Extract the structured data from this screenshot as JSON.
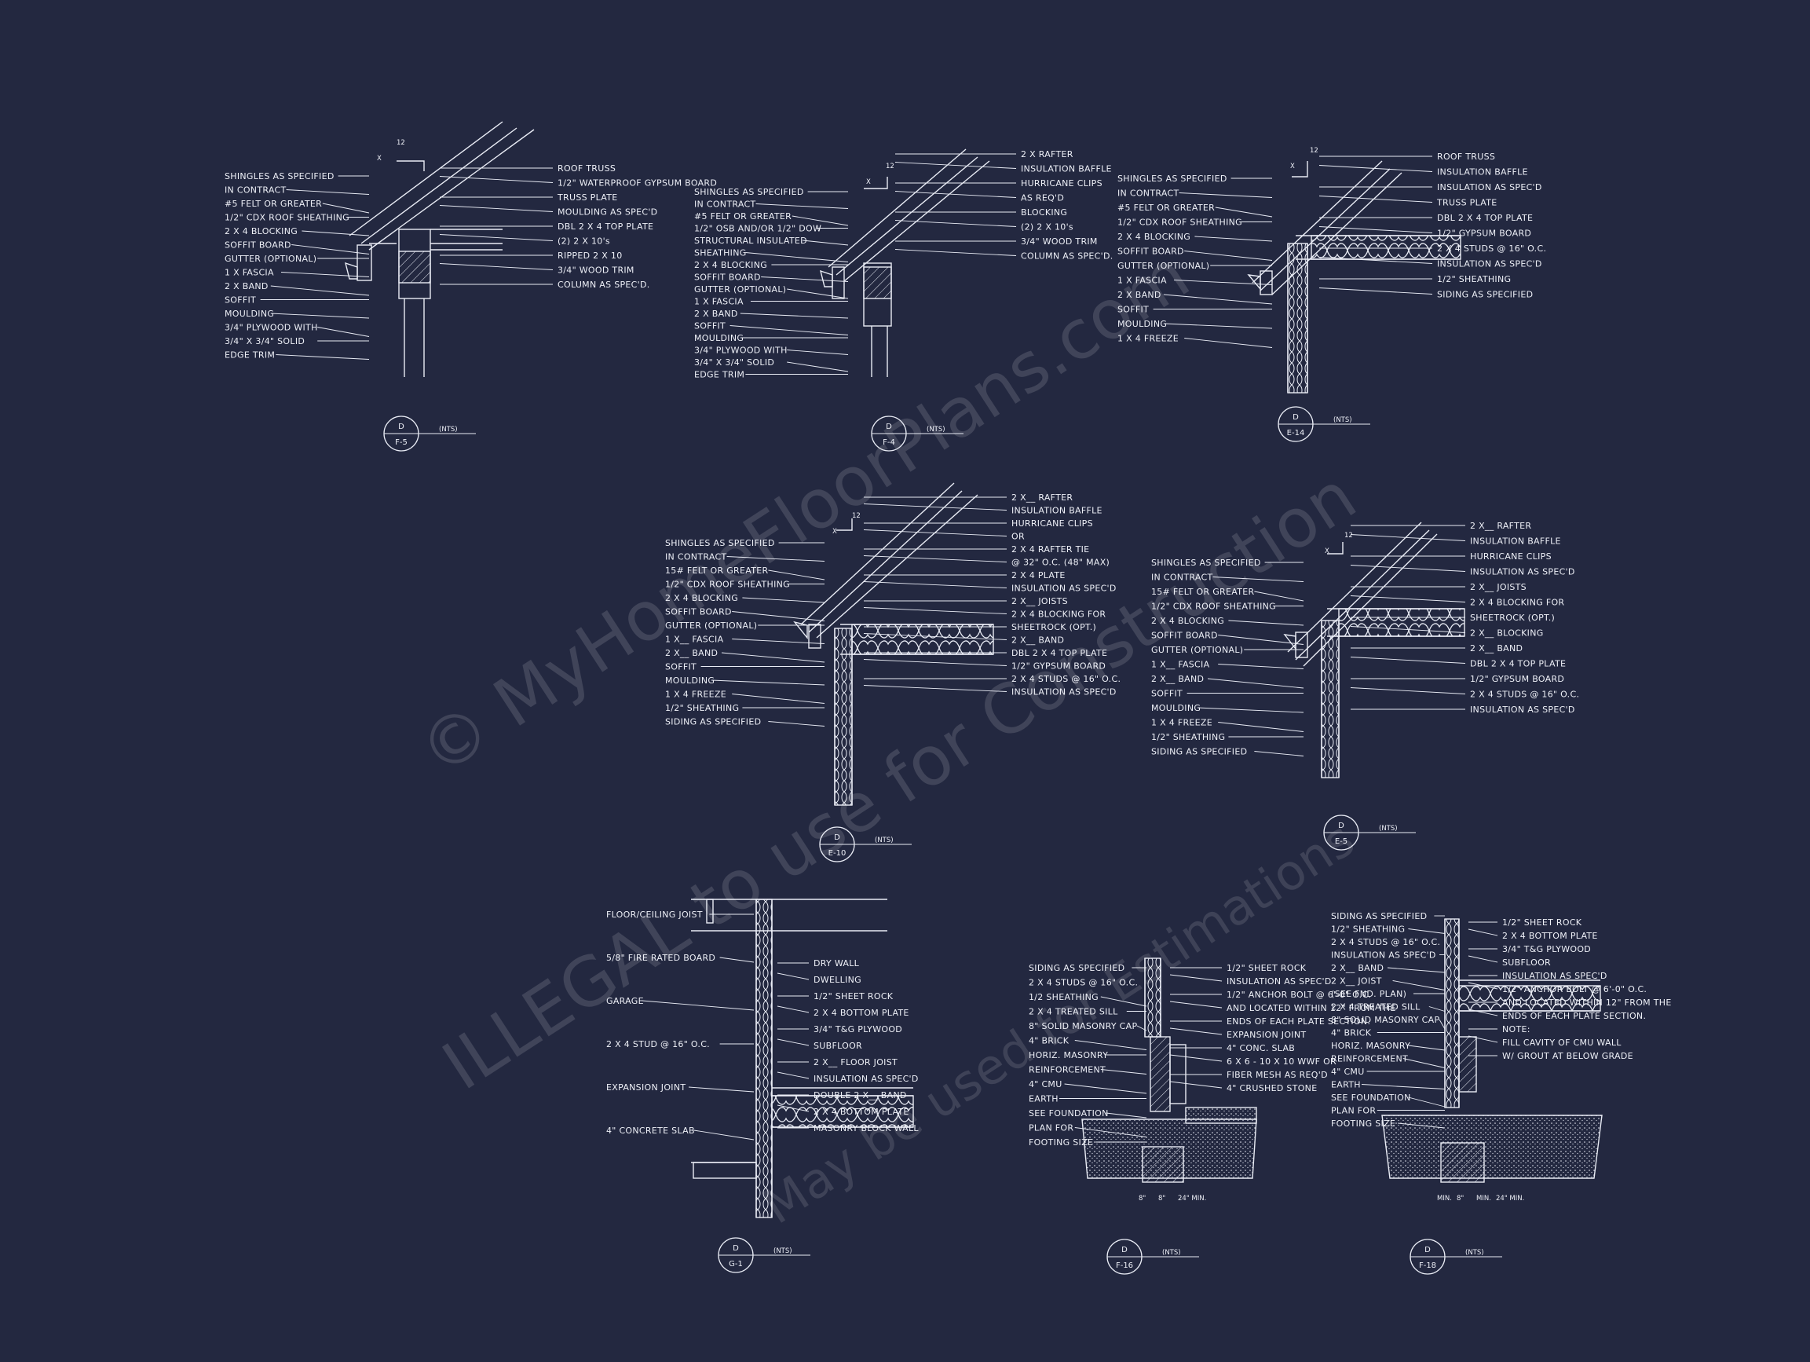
{
  "watermark": {
    "line1": "© MyHomeFloorPlans.com",
    "line2": "ILLEGAL to use for Construction",
    "line3": "May be used for Estimations"
  },
  "details": [
    {
      "id": "f5",
      "tag_top": "D",
      "tag_bottom": "F-5",
      "scale": "(NTS)",
      "slope": "12",
      "left_labels": [
        "SHINGLES AS SPECIFIED",
        "IN CONTRACT",
        "#5 FELT OR GREATER",
        "1/2\" CDX ROOF SHEATHING",
        "2 X 4 BLOCKING",
        "SOFFIT BOARD",
        "GUTTER (OPTIONAL)",
        "1 X FASCIA",
        "2 X BAND",
        "SOFFIT",
        "MOULDING",
        "3/4\" PLYWOOD WITH",
        "3/4\" X 3/4\" SOLID",
        "EDGE TRIM"
      ],
      "right_labels": [
        "ROOF TRUSS",
        "1/2\" WATERPROOF GYPSUM BOARD",
        "TRUSS PLATE",
        "MOULDING AS SPEC'D",
        "DBL 2 X 4 TOP PLATE",
        "(2) 2 X 10's",
        "RIPPED 2 X 10",
        "3/4\" WOOD TRIM",
        "COLUMN AS SPEC'D."
      ]
    },
    {
      "id": "f4",
      "tag_top": "D",
      "tag_bottom": "F-4",
      "scale": "(NTS)",
      "slope": "12",
      "left_labels": [
        "SHINGLES AS SPECIFIED",
        "IN CONTRACT",
        "#5 FELT OR GREATER",
        "1/2\" OSB AND/OR 1/2\" DOW",
        "STRUCTURAL INSULATED",
        "SHEATHING",
        "2 X 4 BLOCKING",
        "SOFFIT BOARD",
        "GUTTER (OPTIONAL)",
        "1 X FASCIA",
        "2 X BAND",
        "SOFFIT",
        "MOULDING",
        "3/4\" PLYWOOD WITH",
        "3/4\" X 3/4\" SOLID",
        "EDGE TRIM"
      ],
      "right_labels": [
        "2 X RAFTER",
        "INSULATION BAFFLE",
        "HURRICANE CLIPS",
        "AS REQ'D",
        "BLOCKING",
        "(2) 2 X 10's",
        "3/4\" WOOD TRIM",
        "COLUMN AS SPEC'D."
      ]
    },
    {
      "id": "e14",
      "tag_top": "D",
      "tag_bottom": "E-14",
      "scale": "(NTS)",
      "slope": "12",
      "left_labels": [
        "SHINGLES AS SPECIFIED",
        "IN CONTRACT",
        "#5 FELT OR GREATER",
        "1/2\" CDX ROOF SHEATHING",
        "2 X 4 BLOCKING",
        "SOFFIT BOARD",
        "GUTTER (OPTIONAL)",
        "1 X FASCIA",
        "2 X BAND",
        "SOFFIT",
        "MOULDING",
        "1 X 4 FREEZE"
      ],
      "right_labels": [
        "ROOF TRUSS",
        "INSULATION BAFFLE",
        "INSULATION AS SPEC'D",
        "TRUSS PLATE",
        "DBL 2 X 4 TOP PLATE",
        "1/2\" GYPSUM BOARD",
        "2 X 4 STUDS @ 16\" O.C.",
        "INSULATION AS SPEC'D",
        "1/2\" SHEATHING",
        "SIDING AS SPECIFIED"
      ]
    },
    {
      "id": "e10",
      "tag_top": "D",
      "tag_bottom": "E-10",
      "scale": "(NTS)",
      "slope": "12",
      "left_labels": [
        "SHINGLES AS SPECIFIED",
        "IN CONTRACT",
        "15# FELT OR GREATER",
        "1/2\" CDX ROOF SHEATHING",
        "2 X 4 BLOCKING",
        "SOFFIT BOARD",
        "GUTTER (OPTIONAL)",
        "1 X__ FASCIA",
        "2 X__ BAND",
        "SOFFIT",
        "MOULDING",
        "1 X 4 FREEZE",
        "1/2\" SHEATHING",
        "SIDING AS SPECIFIED"
      ],
      "right_labels": [
        "2 X__ RAFTER",
        "INSULATION BAFFLE",
        "HURRICANE CLIPS",
        "OR",
        "2 X 4 RAFTER TIE",
        "@ 32\" O.C. (48\" MAX)",
        "2 X 4 PLATE",
        "INSULATION AS SPEC'D",
        "2 X__ JOISTS",
        "2 X 4 BLOCKING FOR",
        "SHEETROCK (OPT.)",
        "2 X__ BAND",
        "DBL 2 X 4 TOP PLATE",
        "1/2\" GYPSUM BOARD",
        "2 X 4 STUDS @ 16\" O.C.",
        "INSULATION AS SPEC'D"
      ]
    },
    {
      "id": "e5",
      "tag_top": "D",
      "tag_bottom": "E-5",
      "scale": "(NTS)",
      "slope": "12",
      "left_labels": [
        "SHINGLES AS SPECIFIED",
        "IN CONTRACT",
        "15# FELT OR GREATER",
        "1/2\" CDX ROOF SHEATHING",
        "2 X 4 BLOCKING",
        "SOFFIT BOARD",
        "GUTTER (OPTIONAL)",
        "1 X__ FASCIA",
        "2 X__ BAND",
        "SOFFIT",
        "MOULDING",
        "1 X 4 FREEZE",
        "1/2\" SHEATHING",
        "SIDING AS SPECIFIED"
      ],
      "right_labels": [
        "2 X__ RAFTER",
        "INSULATION BAFFLE",
        "HURRICANE CLIPS",
        "INSULATION AS SPEC'D",
        "2 X__ JOISTS",
        "2 X 4 BLOCKING FOR",
        "SHEETROCK (OPT.)",
        "2 X__ BLOCKING",
        "2 X__ BAND",
        "DBL 2 X 4 TOP PLATE",
        "1/2\" GYPSUM BOARD",
        "2 X 4 STUDS @ 16\" O.C.",
        "INSULATION AS SPEC'D"
      ]
    },
    {
      "id": "g1",
      "tag_top": "D",
      "tag_bottom": "G-1",
      "scale": "(NTS)",
      "left_labels": [
        "FLOOR/CEILING JOIST",
        "5/8\" FIRE RATED BOARD",
        "GARAGE",
        "2 X 4 STUD @ 16\" O.C.",
        "EXPANSION JOINT",
        "4\" CONCRETE SLAB"
      ],
      "right_labels": [
        "DRY WALL",
        "DWELLING",
        "1/2\" SHEET ROCK",
        "2 X 4 BOTTOM PLATE",
        "3/4\" T&G PLYWOOD",
        "SUBFLOOR",
        "2 X__ FLOOR JOIST",
        "INSULATION AS SPEC'D",
        "DOUBLE 2 X__ BAND",
        "2 X 4 BOTTOM PLATE",
        "MASONRY BLOCK WALL"
      ]
    },
    {
      "id": "f16",
      "tag_top": "D",
      "tag_bottom": "F-16",
      "scale": "(NTS)",
      "left_labels": [
        "SIDING AS SPECIFIED",
        "2 X 4 STUDS @ 16\" O.C.",
        "1/2 SHEATHING",
        "2 X 4 TREATED SILL",
        "8\" SOLID MASONRY CAP",
        "4\" BRICK",
        "HORIZ. MASONRY",
        "REINFORCEMENT",
        "4\" CMU",
        "EARTH",
        "SEE FOUNDATION",
        "PLAN FOR",
        "FOOTING SIZE"
      ],
      "right_labels": [
        "1/2\" SHEET ROCK",
        "INSULATION AS SPEC'D",
        "1/2\" ANCHOR BOLT @ 6'-0\" O.C.",
        "AND LOCATED WITHIN 12\" FROM THE",
        "ENDS OF EACH PLATE SECTION.",
        "EXPANSION JOINT",
        "4\" CONC. SLAB",
        "6 X 6 - 10 X 10 WWF OR",
        "FIBER MESH AS REQ'D",
        "4\" CRUSHED STONE"
      ],
      "dims": [
        "8\"",
        "8\"",
        "24\" MIN."
      ]
    },
    {
      "id": "f18",
      "tag_top": "D",
      "tag_bottom": "F-18",
      "scale": "(NTS)",
      "left_labels": [
        "SIDING AS SPECIFIED",
        "1/2\" SHEATHING",
        "2 X 4 STUDS @ 16\" O.C.",
        "INSULATION AS SPEC'D",
        "2 X__ BAND",
        "2 X__ JOIST",
        "(SEE FND. PLAN)",
        "2 X 4 TREATED SILL",
        "8\" SOLID MASONRY CAP",
        "4\" BRICK",
        "HORIZ. MASONRY",
        "REINFORCEMENT",
        "4\" CMU",
        "EARTH",
        "SEE FOUNDATION",
        "PLAN FOR",
        "FOOTING SIZE"
      ],
      "right_labels": [
        "1/2\" SHEET ROCK",
        "2 X 4 BOTTOM PLATE",
        "3/4\" T&G PLYWOOD",
        "SUBFLOOR",
        "INSULATION AS SPEC'D",
        "1/2\" ANCHOR BOLT @ 6'-0\" O.C.",
        "AND LOCATED WITHIN 12\" FROM THE",
        "ENDS OF EACH PLATE SECTION.",
        "NOTE:",
        "FILL CAVITY OF CMU WALL",
        "W/ GROUT AT BELOW GRADE"
      ],
      "dims": [
        "MIN.",
        "8\"",
        "MIN.",
        "24\" MIN."
      ]
    }
  ],
  "colors": {
    "background": "#232840",
    "line": "#e9ecf5"
  }
}
